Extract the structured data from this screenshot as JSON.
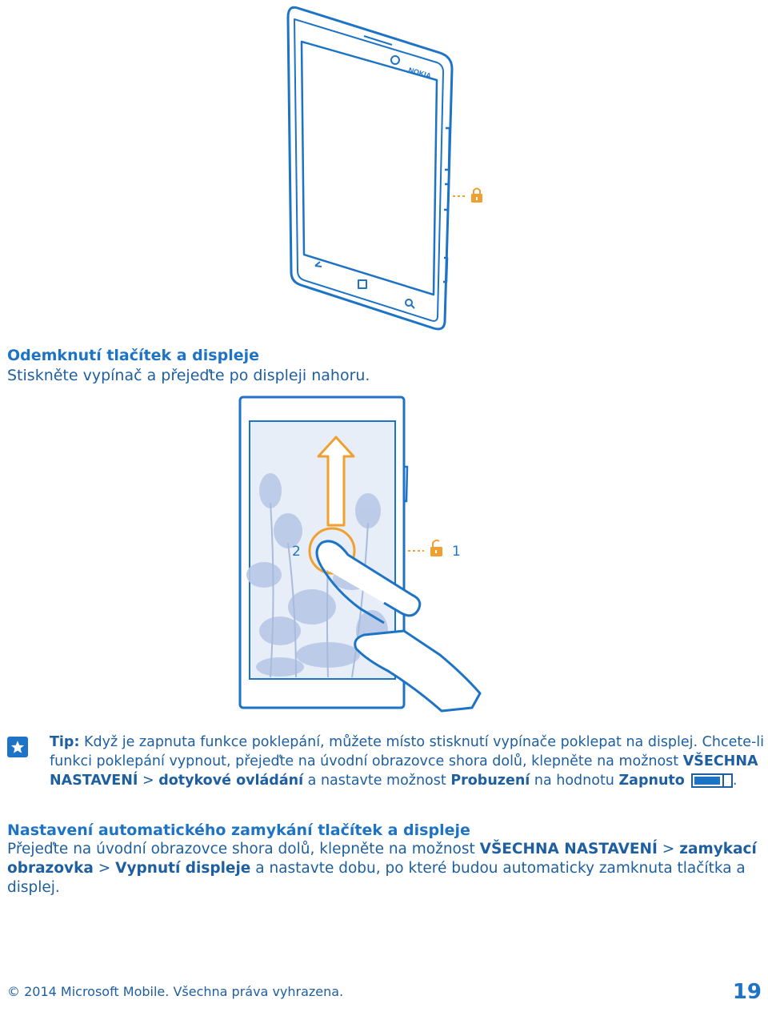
{
  "section1": {
    "title": "Odemknutí tlačítek a displeje",
    "text": "Stiskněte vypínač a přejeďte po displeji nahoru."
  },
  "illustration": {
    "brand": "NOKIA",
    "step_2": "2",
    "step_1": "1"
  },
  "tip": {
    "icon": "star-icon",
    "label": "Tip:",
    "text_1": " Když je zapnuta funkce poklepání, můžete místo stisknutí vypínače poklepat na displej. Chcete-li funkci poklepání vypnout, přejeďte na úvodní obrazovce shora dolů, klepněte na možnost ",
    "bold_1": "VŠECHNA NASTAVENÍ",
    "text_2": " > ",
    "bold_2": "dotykové ovládání",
    "text_3": " a nastavte možnost ",
    "bold_3": "Probuzení",
    "text_4": " na hodnotu ",
    "bold_4": "Zapnuto",
    "text_5": ".",
    "toggle_icon": "toggle-on-icon"
  },
  "section2": {
    "title": "Nastavení automatického zamykání tlačítek a displeje",
    "text_1": "Přejeďte na úvodní obrazovce shora dolů, klepněte na možnost ",
    "bold_1": "VŠECHNA NASTAVENÍ",
    "text_2": " > ",
    "bold_2": "zamykací obrazovka",
    "text_3": " > ",
    "bold_3": "Vypnutí displeje",
    "text_4": " a nastavte dobu, po které budou automaticky zamknuta tlačítka a displej."
  },
  "footer": {
    "copyright": "© 2014 Microsoft Mobile. Všechna práva vyhrazena.",
    "page_number": "19"
  },
  "colors": {
    "blue": "#1d73c5",
    "orange": "#f0a030"
  }
}
